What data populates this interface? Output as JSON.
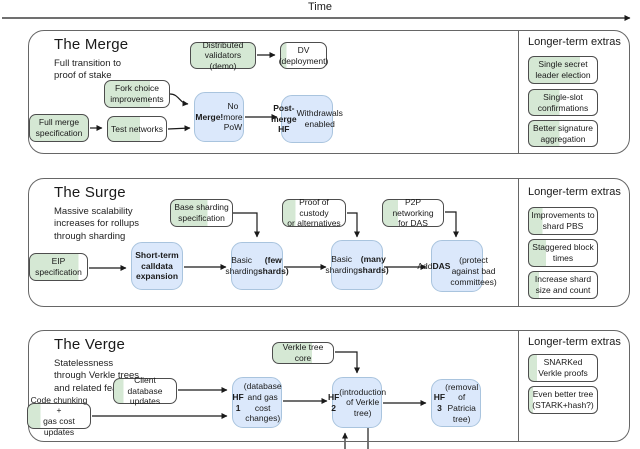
{
  "timeline": {
    "label": "Time"
  },
  "colors": {
    "progress_green": "#d5e8d4",
    "milestone_blue": "#dbe8fb",
    "box_border": "#4d4d4d",
    "section_border": "#666666"
  },
  "sections": {
    "merge": {
      "title": "The Merge",
      "subtitle": "Full transition to\nproof of stake",
      "nodes": {
        "distributed_validators": {
          "label": [
            {
              "t": "Distributed\nvalidators (demo)"
            }
          ],
          "fill": 100
        },
        "dv_deployment": {
          "label": [
            {
              "t": "DV\n(deployment)"
            }
          ],
          "fill": 12
        },
        "fork_choice": {
          "label": [
            {
              "t": "Fork choice\nimprovements"
            }
          ],
          "fill": 70
        },
        "full_merge_spec": {
          "label": [
            {
              "t": "Full merge\nspecification"
            }
          ],
          "fill": 100
        },
        "test_networks": {
          "label": [
            {
              "t": "Test networks"
            }
          ],
          "fill": 55
        },
        "merge_milestone": {
          "label": [
            {
              "t": "Merge!\n",
              "b": true
            },
            {
              "t": "No more\nPoW"
            }
          ]
        },
        "post_merge_hf": {
          "label": [
            {
              "t": "Post-merge\nHF\n",
              "b": true
            },
            {
              "t": "Withdrawals\nenabled"
            }
          ]
        }
      },
      "extras": {
        "title": "Longer-term extras",
        "items": [
          {
            "label": [
              {
                "t": "Single secret\nleader election"
              }
            ],
            "fill": 75
          },
          {
            "label": [
              {
                "t": "Single-slot\nconfirmations"
              }
            ],
            "fill": 45
          },
          {
            "label": [
              {
                "t": "Better signature\naggregation"
              }
            ],
            "fill": 45
          }
        ]
      }
    },
    "surge": {
      "title": "The Surge",
      "subtitle": "Massive scalability\nincreases for rollups\nthrough sharding",
      "nodes": {
        "base_sharding_spec": {
          "label": [
            {
              "t": "Base sharding\nspecification"
            }
          ],
          "fill": 60
        },
        "proof_of_custody": {
          "label": [
            {
              "t": "Proof of custody\nor alternatives"
            }
          ],
          "fill": 20
        },
        "p2p_networking_das": {
          "label": [
            {
              "t": "P2P networking\nfor DAS"
            }
          ],
          "fill": 25
        },
        "eip_spec": {
          "label": [
            {
              "t": "EIP\nspecification"
            }
          ],
          "fill": 85
        },
        "short_term_calldata": {
          "label": [
            {
              "t": "Short-term\ncalldata\nexpansion",
              "b": true
            }
          ]
        },
        "basic_sharding_few": {
          "label": [
            {
              "t": "Basic\nsharding\n"
            },
            {
              "t": "(few shards)",
              "b": true
            }
          ]
        },
        "basic_sharding_many": {
          "label": [
            {
              "t": "Basic\nsharding\n"
            },
            {
              "t": "(many\nshards)",
              "b": true
            }
          ]
        },
        "add_das": {
          "label": [
            {
              "t": "Add "
            },
            {
              "t": "DAS",
              "b": true
            },
            {
              "t": "\n(protect\nagainst bad\ncommittees)"
            }
          ]
        }
      },
      "extras": {
        "title": "Longer-term extras",
        "items": [
          {
            "label": [
              {
                "t": "Improvements to\nshard PBS"
              }
            ],
            "fill": 20
          },
          {
            "label": [
              {
                "t": "Staggered block\ntimes"
              }
            ],
            "fill": 25
          },
          {
            "label": [
              {
                "t": "Increase shard\nsize and count"
              }
            ],
            "fill": 15
          }
        ]
      }
    },
    "verge": {
      "title": "The Verge",
      "subtitle": "Statelessness\nthrough Verkle trees\nand related features",
      "nodes": {
        "verkle_tree_core": {
          "label": [
            {
              "t": "Verkle tree core"
            }
          ],
          "fill": 65
        },
        "client_db_updates": {
          "label": [
            {
              "t": "Client database\nupdates"
            }
          ],
          "fill": 15
        },
        "code_chunking": {
          "label": [
            {
              "t": "Code chunking +\ngas cost updates"
            }
          ],
          "fill": 20
        },
        "hf1": {
          "label": [
            {
              "t": "HF 1\n",
              "b": true
            },
            {
              "t": "(database\nand gas cost\nchanges)"
            }
          ]
        },
        "hf2": {
          "label": [
            {
              "t": "HF 2\n",
              "b": true
            },
            {
              "t": "(introduction\nof Verkle\ntree)"
            }
          ]
        },
        "hf3": {
          "label": [
            {
              "t": "HF 3\n",
              "b": true
            },
            {
              "t": "(removal of\nPatricia tree)"
            }
          ]
        }
      },
      "extras": {
        "title": "Longer-term extras",
        "items": [
          {
            "label": [
              {
                "t": "SNARKed\nVerkle proofs"
              }
            ],
            "fill": 12
          },
          {
            "label": [
              {
                "t": "Even better tree\n(STARK+hash?)"
              }
            ],
            "fill": 6
          }
        ]
      }
    }
  }
}
